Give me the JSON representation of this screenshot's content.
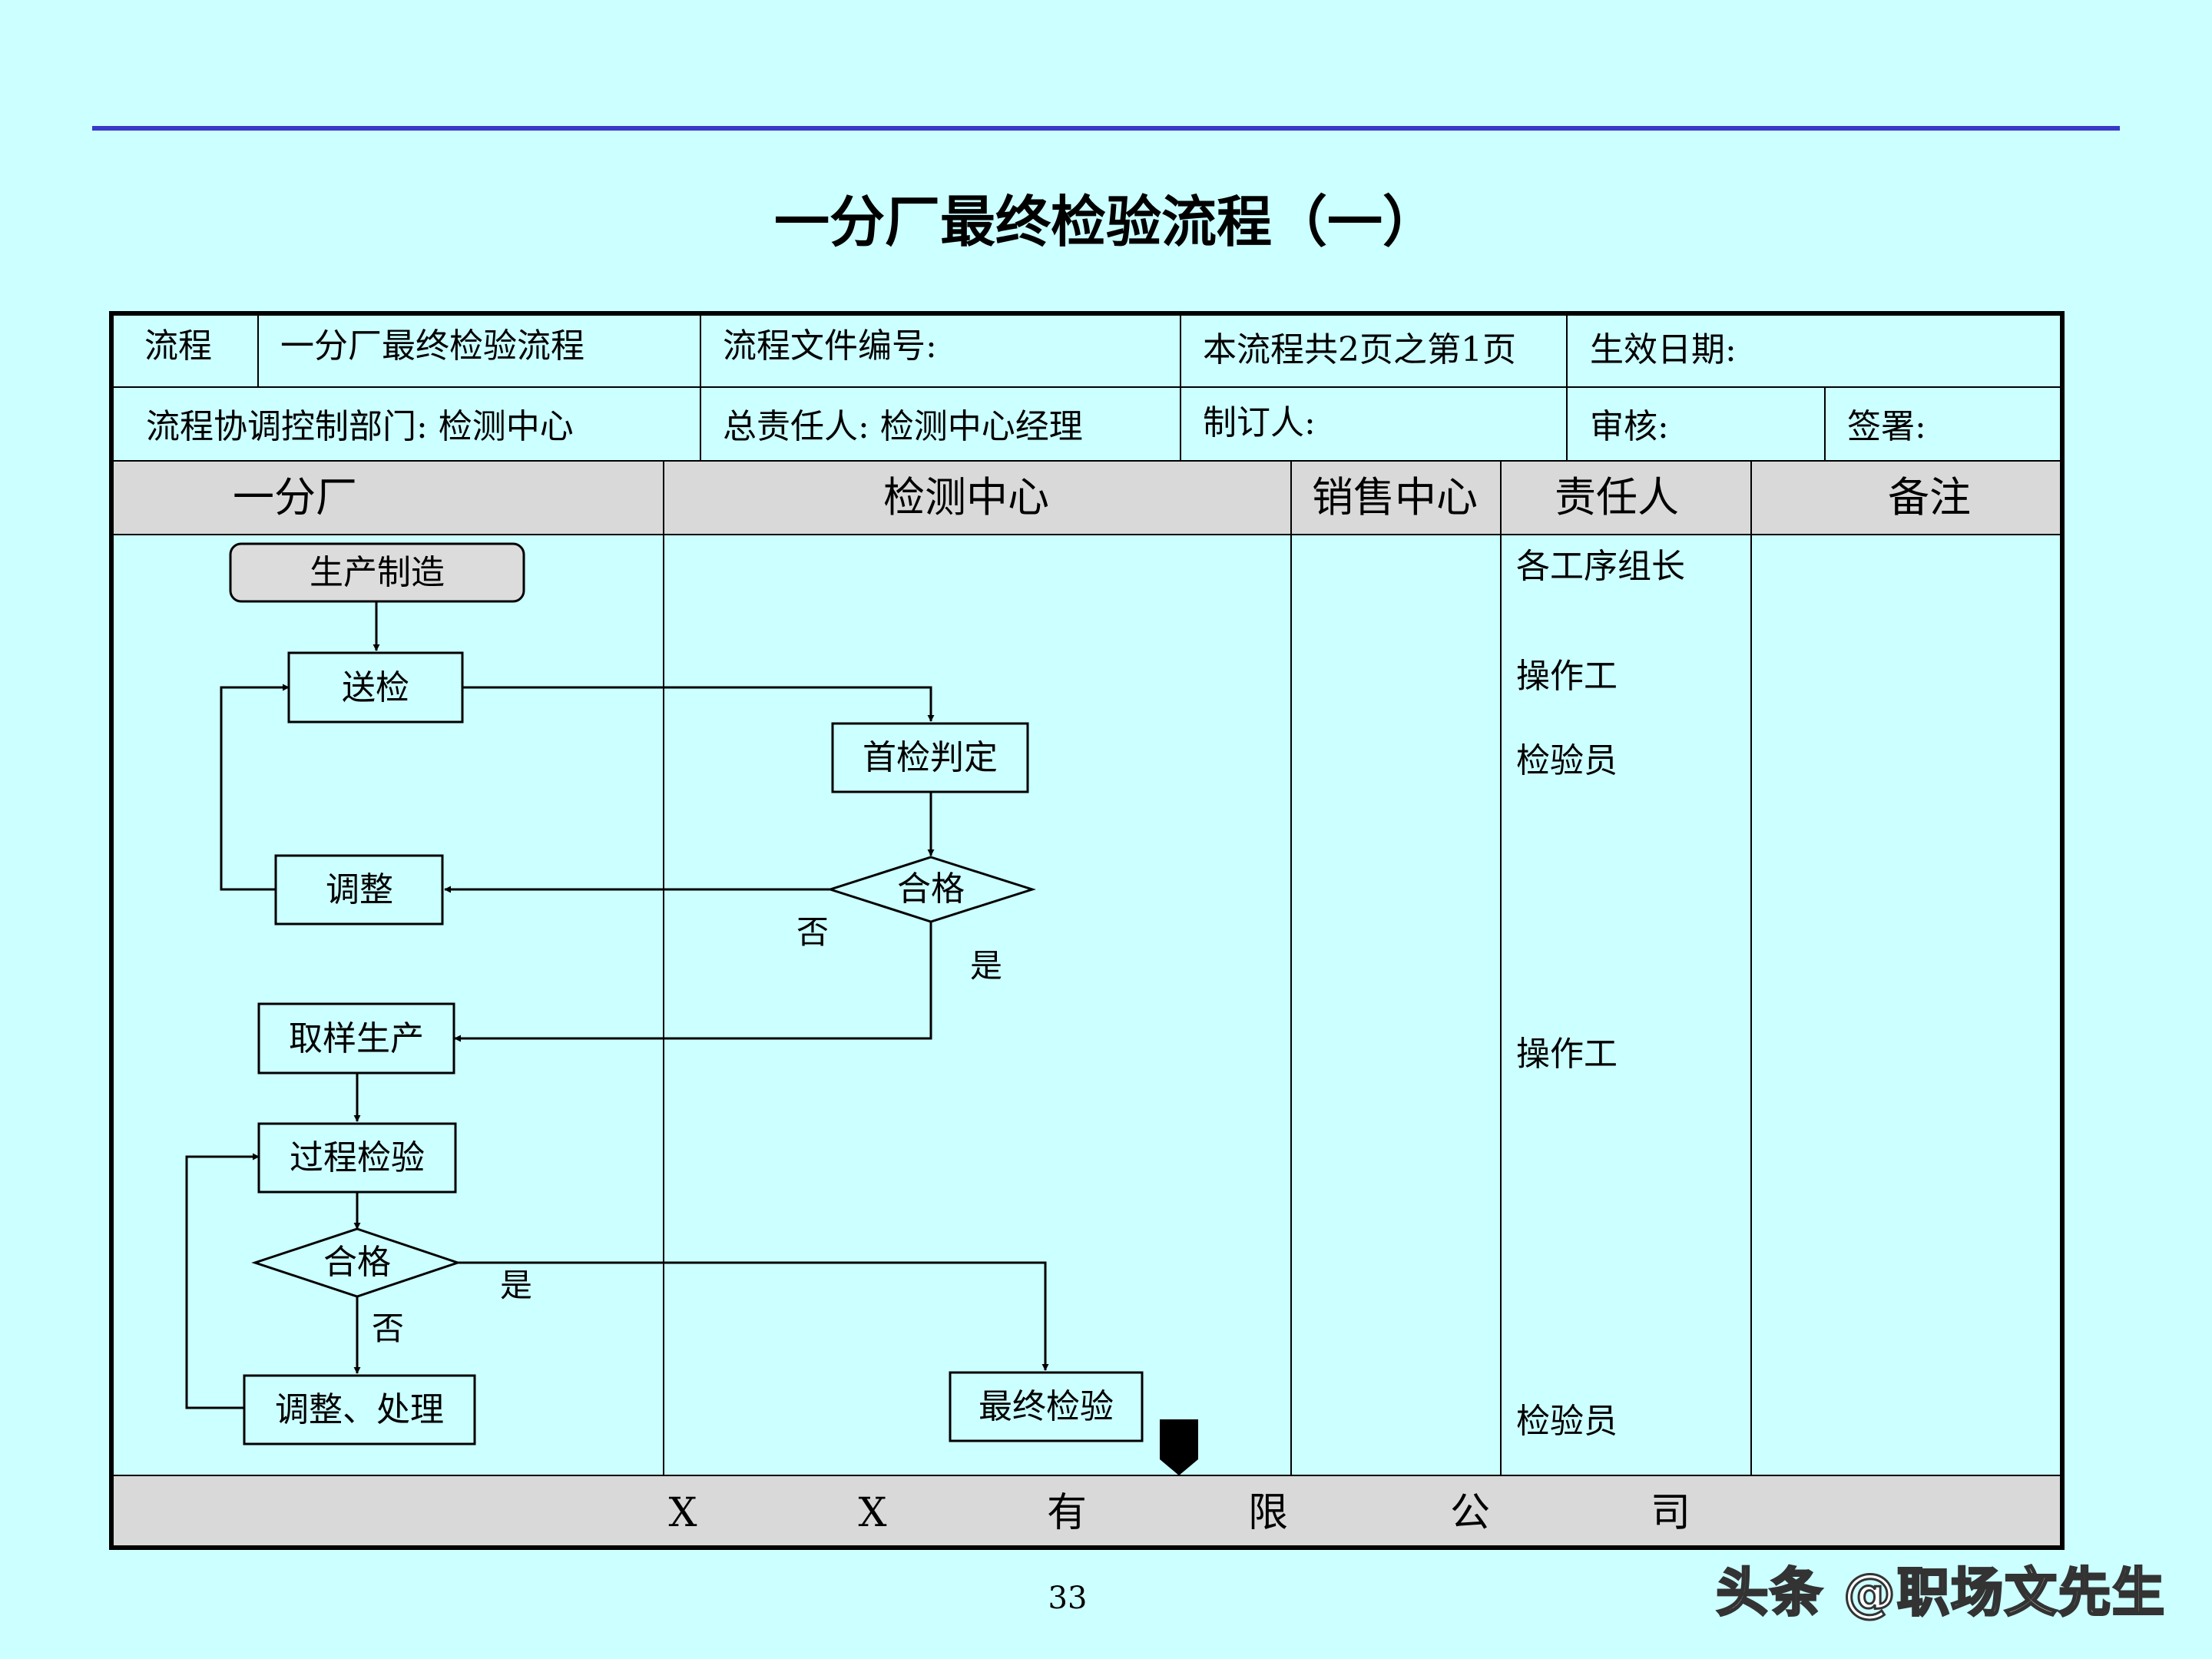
{
  "title": "一分厂最终检验流程（一）",
  "header": {
    "row1": {
      "process_label": "流程",
      "process_name": "一分厂最终检验流程",
      "file_number_label": "流程文件编号:",
      "page_info": "本流程共2页之第1页",
      "effective_date_label": "生效日期:"
    },
    "row2": {
      "coordinating_dept": "流程协调控制部门: 检测中心",
      "chief_responsible": "总责任人: 检测中心经理",
      "prepared_by_label": "制订人:",
      "reviewed_by_label": "审核:",
      "signed_by_label": "签署:"
    }
  },
  "columns": [
    "一分厂",
    "检测中心",
    "销售中心",
    "责任人",
    "备注"
  ],
  "nodes": {
    "production": "生产制造",
    "send_inspection": "送检",
    "first_inspection": "首检判定",
    "qualified_1": "合格",
    "adjust": "调整",
    "sample_production": "取样生产",
    "process_inspection": "过程检验",
    "qualified_2": "合格",
    "adjust_handle": "调整、处理",
    "final_inspection": "最终检验"
  },
  "edge_labels": {
    "no_1": "否",
    "yes_1": "是",
    "yes_2": "是",
    "no_2": "否"
  },
  "responsible": [
    "各工序组长",
    "操作工",
    "检验员",
    "操作工",
    "检验员"
  ],
  "footer_company": [
    "X",
    "X",
    "有",
    "限",
    "公",
    "司"
  ],
  "page_number": "33",
  "watermark": "头条 @职场文先生",
  "colors": {
    "background": "#ccffff",
    "rule": "#3838c8",
    "band": "#d9d9d9",
    "start_node": "#dcdcdc"
  }
}
